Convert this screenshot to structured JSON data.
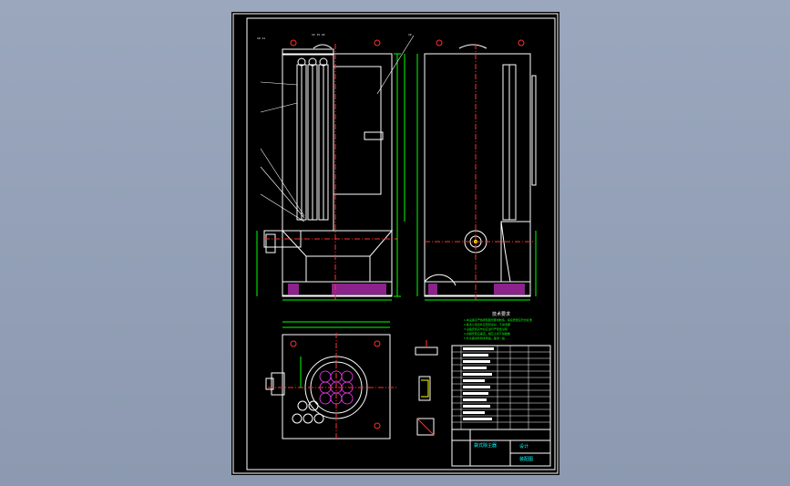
{
  "colors": {
    "background": "#97a4ba",
    "sheet": "#000000",
    "line": "#ffffff",
    "dimension": "#00ff00",
    "centerline": "#ff3030",
    "hatch": "#ff40ff",
    "highlight": "#ffff00",
    "leader": "#ffffff"
  },
  "notes": {
    "heading": "技术要求",
    "lines": [
      "1.本设备应严格按照图纸要求制造，焊接质量应符合标准",
      "2.各法兰连接处应密封良好，不得泄漏",
      "3.设备安装完毕后应进行严密性试验",
      "4.滤袋安装应垂直，相互之间不得碰撞",
      "5.外表面涂防锈漆两遍，面漆一遍"
    ]
  },
  "title_block": {
    "name": "袋式除尘器",
    "designer": "设计",
    "drawing_no": "装配图"
  },
  "icons": {
    "part_marker": "circle-marker-icon",
    "lifting_lug": "lifting-lug-icon"
  }
}
